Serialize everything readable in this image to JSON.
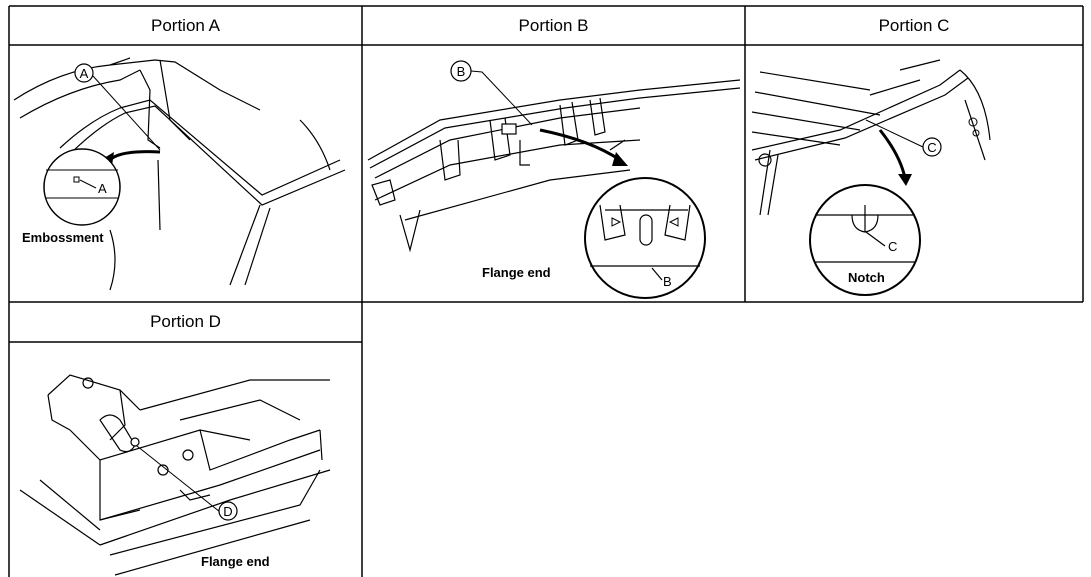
{
  "panels": [
    {
      "title": "Portion A",
      "callout": "A",
      "detail_letter": "A",
      "caption": "Embossment"
    },
    {
      "title": "Portion B",
      "callout": "B",
      "detail_letter": "B",
      "caption": "Flange end"
    },
    {
      "title": "Portion C",
      "callout": "C",
      "detail_letter": "C",
      "caption": "Notch"
    },
    {
      "title": "Portion D",
      "callout": "D",
      "caption": "Flange end"
    }
  ]
}
